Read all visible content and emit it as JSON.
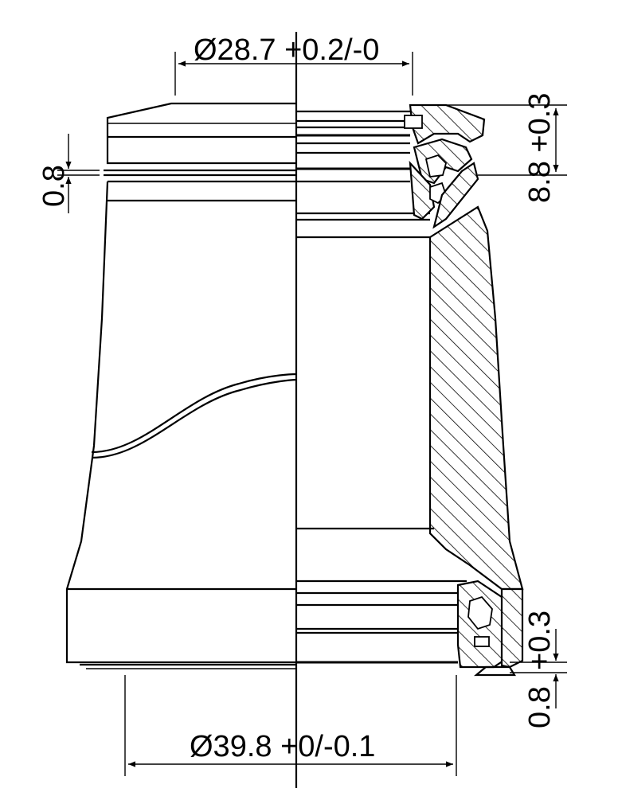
{
  "dimensions": {
    "top_diameter": "Ø28.7 +0.2/-0",
    "bottom_diameter": "Ø39.8 +0/-0.1",
    "top_groove_left": "0.8",
    "top_height_right": "8.8 +0.3",
    "bottom_height_right": "+0.3",
    "bottom_groove_right": "0.8"
  }
}
